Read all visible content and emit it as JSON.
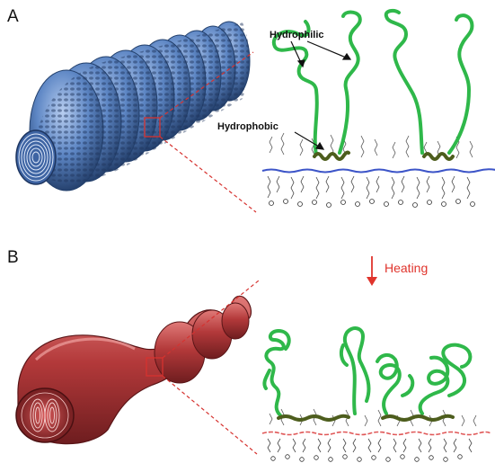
{
  "panels": {
    "a": {
      "letter": "A",
      "hydrophilic_label": "Hydrophilic",
      "hydrophobic_label": "Hydrophobic"
    },
    "b": {
      "letter": "B",
      "heating_label": "Heating"
    }
  },
  "colors": {
    "tube_blue": "#5d86c4",
    "tube_blue_dark": "#2f4f86",
    "tube_red": "#b3393a",
    "tube_red_dark": "#6e1d1f",
    "hydrophilic_chain": "#2fb84a",
    "hydrophobic_chain": "#4d5d1d",
    "guide_line": "#d6322f",
    "bilayer_blue": "#3d55c8",
    "bilayer_red": "#e05858",
    "arrow": "#e0342c"
  },
  "icons": [
    "down-arrow-icon"
  ]
}
